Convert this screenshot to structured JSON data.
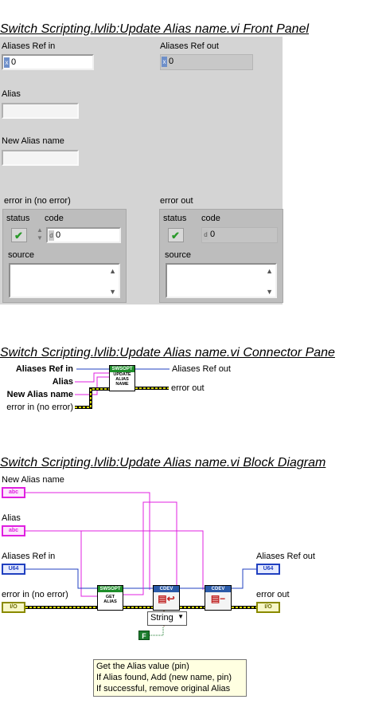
{
  "front_panel": {
    "title": "Switch Scripting.lvlib:Update Alias name.vi Front Panel",
    "aliases_ref_in": {
      "label": "Aliases Ref in",
      "radix": "x",
      "value": "0"
    },
    "aliases_ref_out": {
      "label": "Aliases Ref out",
      "radix": "x",
      "value": "0"
    },
    "alias": {
      "label": "Alias",
      "value": ""
    },
    "new_alias_name": {
      "label": "New Alias name",
      "value": ""
    },
    "error_in": {
      "label": "error in (no error)",
      "status_label": "status",
      "code_label": "code",
      "code_radix": "d",
      "code_value": "0",
      "source_label": "source"
    },
    "error_out": {
      "label": "error out",
      "status_label": "status",
      "code_label": "code",
      "code_radix": "d",
      "code_value": "0",
      "source_label": "source"
    }
  },
  "connector_pane": {
    "title": "Switch Scripting.lvlib:Update Alias name.vi Connector Pane",
    "inputs": [
      "Aliases Ref in",
      "Alias",
      "New Alias name",
      "error in (no error)"
    ],
    "outputs": [
      "Aliases Ref out",
      "error out"
    ],
    "icon_lines": [
      "SWSOPT",
      "UPDATE",
      "ALIAS",
      "NAME"
    ]
  },
  "block_diagram": {
    "title": "Switch Scripting.lvlib:Update Alias name.vi Block Diagram",
    "terminals": {
      "new_alias_name": {
        "label": "New Alias name",
        "glyph": "abc"
      },
      "alias": {
        "label": "Alias",
        "glyph": "abc"
      },
      "aliases_ref_in": {
        "label": "Aliases Ref in",
        "glyph": "U64"
      },
      "error_in": {
        "label": "error in (no error)",
        "glyph": "I/O"
      },
      "aliases_ref_out": {
        "label": "Aliases Ref out",
        "glyph": "U64"
      },
      "error_out": {
        "label": "error out",
        "glyph": "I/O"
      }
    },
    "get_alias_icon": [
      "SWSOPT",
      "GET",
      "ALIAS"
    ],
    "cdev_label": "CDEV",
    "type_ring": "String",
    "bool_const": "F",
    "comment": [
      "Get the Alias value (pin)",
      "If Alias found, Add (new name, pin)",
      "If successful, remove original Alias"
    ]
  },
  "colors": {
    "string_wire": "#e020e0",
    "numeric_wire": "#2040c0",
    "error_wire": "#c8c800",
    "panel_bg": "#d4d4d4"
  }
}
